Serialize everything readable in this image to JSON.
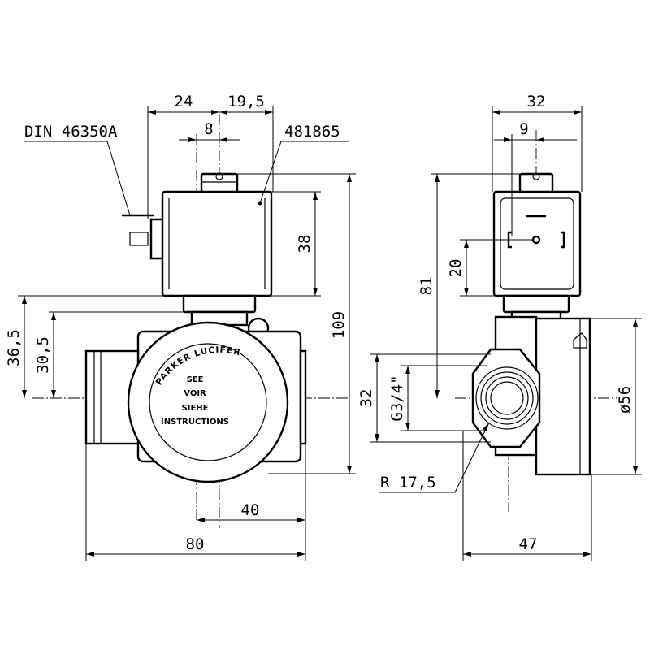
{
  "references": {
    "din": "DIN 46350A",
    "part": "481865"
  },
  "dimensions": {
    "front_24": "24",
    "front_19_5": "19,5",
    "front_8": "8",
    "front_38": "38",
    "front_109": "109",
    "front_36_5": "36,5",
    "front_30_5": "30,5",
    "front_40": "40",
    "front_80": "80",
    "side_32_top": "32",
    "side_9": "9",
    "side_81": "81",
    "side_20": "20",
    "side_32_left": "32",
    "side_thread": "G3/4\"",
    "side_diameter": "ø56",
    "side_radius": "R 17,5",
    "side_47": "47"
  },
  "label_plate": {
    "brand": "PARKER LUCIFER",
    "line1": "SEE",
    "line2": "VOIR",
    "line3": "SIEHE",
    "line4": "INSTRUCTIONS"
  }
}
